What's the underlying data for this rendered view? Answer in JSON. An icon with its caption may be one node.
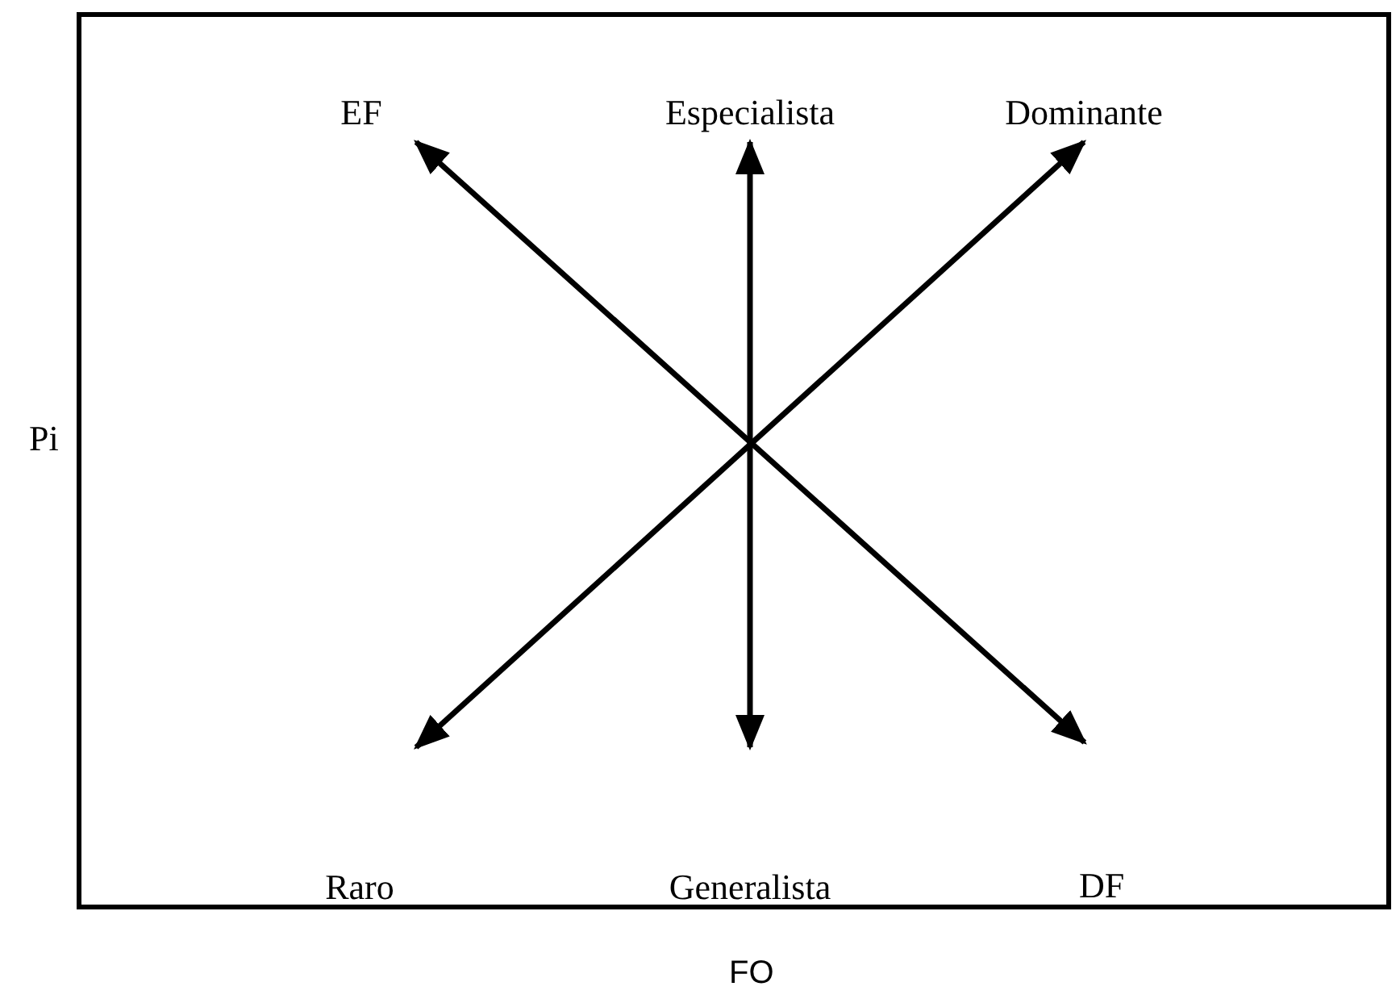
{
  "diagram": {
    "nodes": [
      {
        "text": [
          "EF"
        ]
      },
      {
        "text": [
          "Especialista"
        ]
      },
      {
        "text": [
          "Dominante"
        ]
      },
      {
        "text": [
          "Raro"
        ]
      },
      {
        "text": [
          "Generalista"
        ]
      },
      {
        "text": [
          "DF"
        ]
      }
    ],
    "edges": [
      {
        "from": 0,
        "to": 5,
        "arrow": "both"
      },
      {
        "from": 1,
        "to": 4,
        "arrow": "both"
      },
      {
        "from": 2,
        "to": 3,
        "arrow": "both"
      }
    ],
    "labels": [
      "Pi",
      "FO"
    ]
  }
}
